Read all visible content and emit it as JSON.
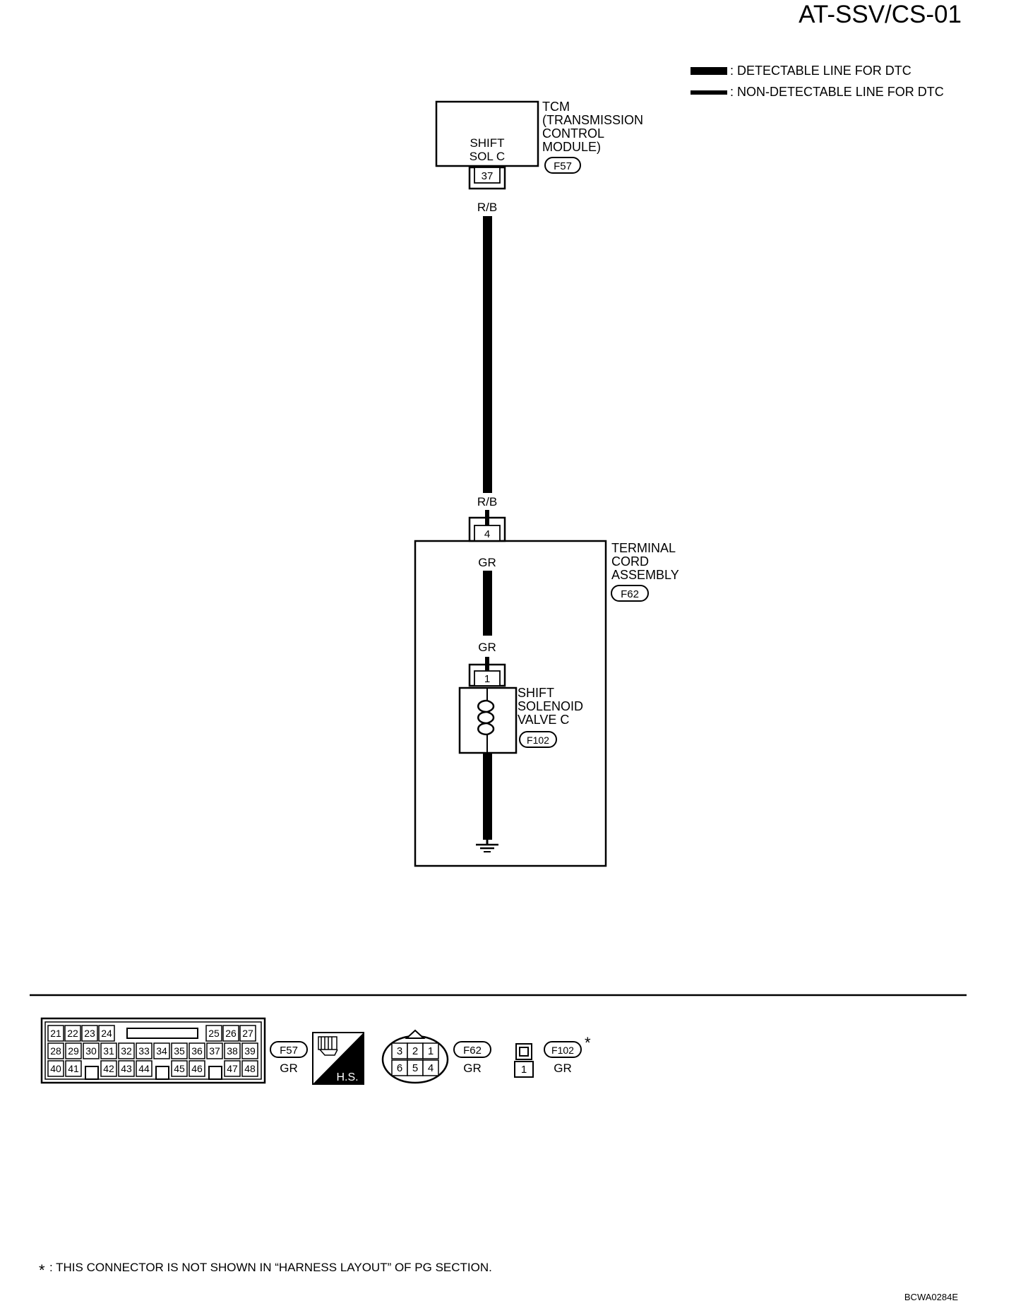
{
  "title": "AT-SSV/CS-01",
  "legend": {
    "detectable": ": DETECTABLE LINE FOR DTC",
    "non_detectable": ": NON-DETECTABLE LINE FOR DTC"
  },
  "tcm": {
    "label_lines": [
      "TCM",
      "(TRANSMISSION",
      "CONTROL",
      "MODULE)"
    ],
    "connector": "F57",
    "inner_lines": [
      "SHIFT",
      "SOL C"
    ],
    "pin": "37"
  },
  "wire_top": {
    "color_top": "R/B",
    "color_bottom": "R/B"
  },
  "terminal_cord": {
    "label_lines": [
      "TERMINAL",
      "CORD",
      "ASSEMBLY"
    ],
    "connector": "F62",
    "pin": "4",
    "wire_color_top": "GR",
    "wire_color_bottom": "GR"
  },
  "solenoid": {
    "label_lines": [
      "SHIFT",
      "SOLENOID",
      "VALVE C"
    ],
    "connector": "F102",
    "pin": "1"
  },
  "connector_views": {
    "f57": {
      "row1": [
        "21",
        "22",
        "23",
        "24",
        "25",
        "26",
        "27"
      ],
      "row2": [
        "28",
        "29",
        "30",
        "31",
        "32",
        "33",
        "34",
        "35",
        "36",
        "37",
        "38",
        "39"
      ],
      "row3": [
        "40",
        "41",
        "42",
        "43",
        "44",
        "45",
        "46",
        "47",
        "48"
      ],
      "id": "F57",
      "color": "GR"
    },
    "hs_label": "H.S.",
    "f62": {
      "top": [
        "3",
        "2",
        "1"
      ],
      "bottom": [
        "6",
        "5",
        "4"
      ],
      "id": "F62",
      "color": "GR"
    },
    "f102": {
      "pin": "1",
      "id": "F102",
      "color": "GR",
      "mark": "*"
    }
  },
  "footnote": {
    "star": "*",
    "text": ": THIS CONNECTOR IS NOT SHOWN IN “HARNESS LAYOUT” OF PG SECTION."
  },
  "code": "BCWA0284E"
}
